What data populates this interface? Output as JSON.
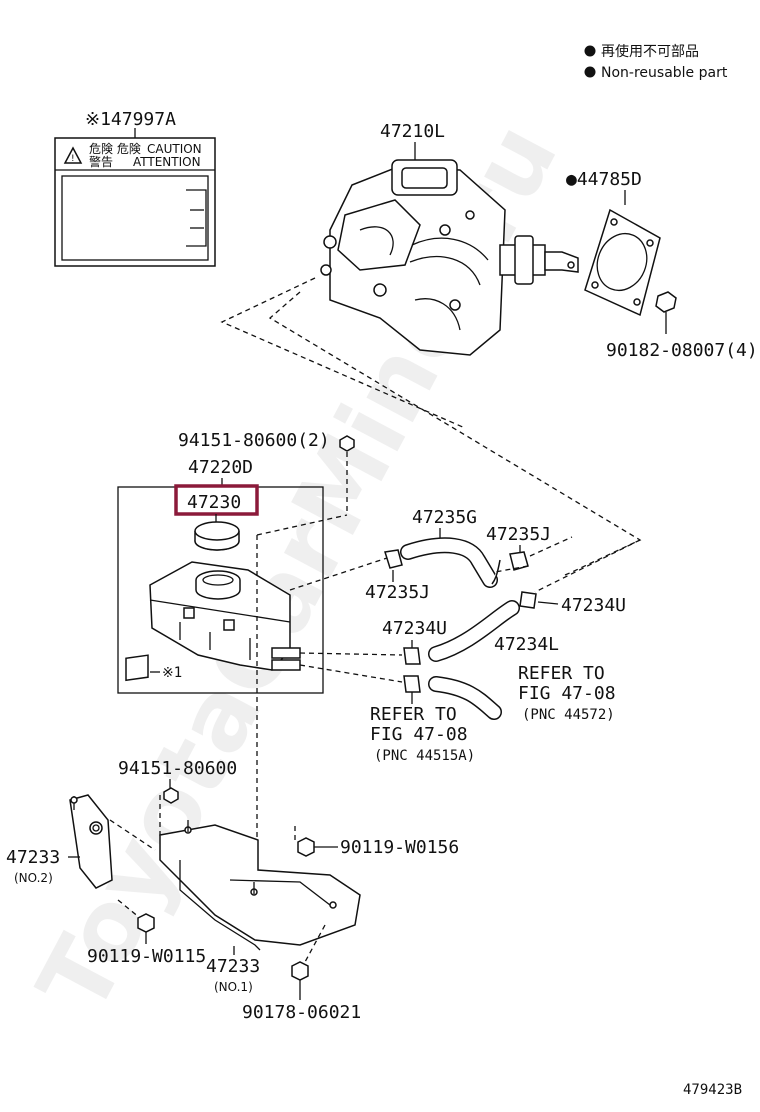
{
  "legend": {
    "items": [
      {
        "text": "再使用不可部品"
      },
      {
        "text": "Non-reusable part"
      }
    ]
  },
  "watermark": "ToyotaCarMiner.ru",
  "figure_number": "479423B",
  "caution_label": {
    "number": "※147997A",
    "line1_jp": "危険  危険",
    "line1_en": "CAUTION",
    "line2_jp": "警告",
    "line2_en": "ATTENTION"
  },
  "parts": {
    "booster": "47210L",
    "gasket": "●44785D",
    "booster_nut": "90182-08007(4)",
    "reservoir_nut": "94151-80600(2)",
    "reservoir_assy": "47220D",
    "cap_highlight": "47230",
    "hose_g": "47235G",
    "clip_j_upper": "47235J",
    "clip_j_lower": "47235J",
    "clip_u_right": "47234U",
    "clip_u_left": "47234U",
    "hose_l": "47234L",
    "reservoir_note": "※1",
    "bracket_nut": "94151-80600",
    "bracket_bolt_right": "90119-W0156",
    "bracket_no2": "47233",
    "bracket_no2_sub": "(NO.2)",
    "bracket_bolt_left": "90119-W0115",
    "bracket_no1": "47233",
    "bracket_no1_sub": "(NO.1)",
    "bracket_nut_bottom": "90178-06021"
  },
  "refs": {
    "right": {
      "line1": "REFER TO",
      "line2": "FIG 47-08",
      "line3": "(PNC 44572)"
    },
    "left": {
      "line1": "REFER TO",
      "line2": "FIG 47-08",
      "line3": "(PNC 44515A)"
    }
  },
  "colors": {
    "highlight": "#8b1a3a",
    "ink": "#111111"
  }
}
